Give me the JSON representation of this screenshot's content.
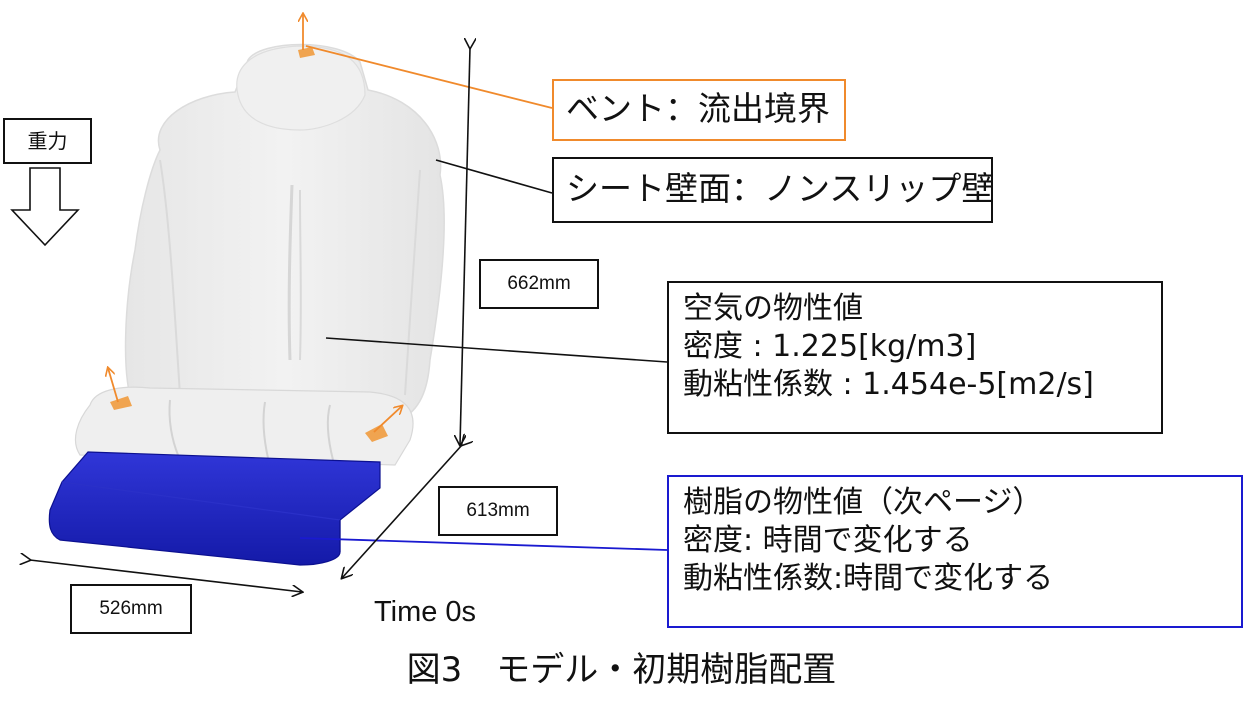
{
  "gravity": {
    "label": "重力"
  },
  "labels": {
    "vent": "ベント：流出境界",
    "seat_wall": "シート壁面：ノンスリップ壁",
    "air_title": "空気の物性値",
    "air_density": "密度 : 1.225[kg/m3]",
    "air_viscosity": "動粘性係数 : 1.454e-5[m2/s]",
    "resin_title": "樹脂の物性値（次ページ）",
    "resin_density": "密度: 時間で変化する",
    "resin_viscosity": "動粘性係数:時間で変化する"
  },
  "dimensions": {
    "height": "662mm",
    "depth": "613mm",
    "width": "526mm"
  },
  "time_label": "Time 0s",
  "caption": "図3　モデル・初期樹脂配置",
  "colors": {
    "seat": "#eeeeee",
    "resin": "#1c22c8",
    "vent": "#f08a2c",
    "frame_black": "#111111",
    "frame_blue": "#1a1ad0"
  }
}
